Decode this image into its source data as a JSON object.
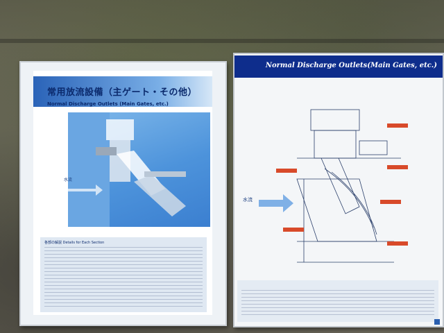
{
  "left_sign": {
    "title_ja": "常用放流設備（主ゲート・その他）",
    "title_en": "Normal Discharge Outlets (Main Gates, etc.)",
    "flow_label": "水流",
    "details_heading": "各部の解説 Details for Each Section"
  },
  "right_sign": {
    "title_en": "Normal Discharge Outlets(Main Gates,   etc.)",
    "flow_label": "水流"
  },
  "colors": {
    "sign_navy": "#0e2d8c",
    "diagram_blue": "#4d93db",
    "wall": "#6f6a5d"
  }
}
